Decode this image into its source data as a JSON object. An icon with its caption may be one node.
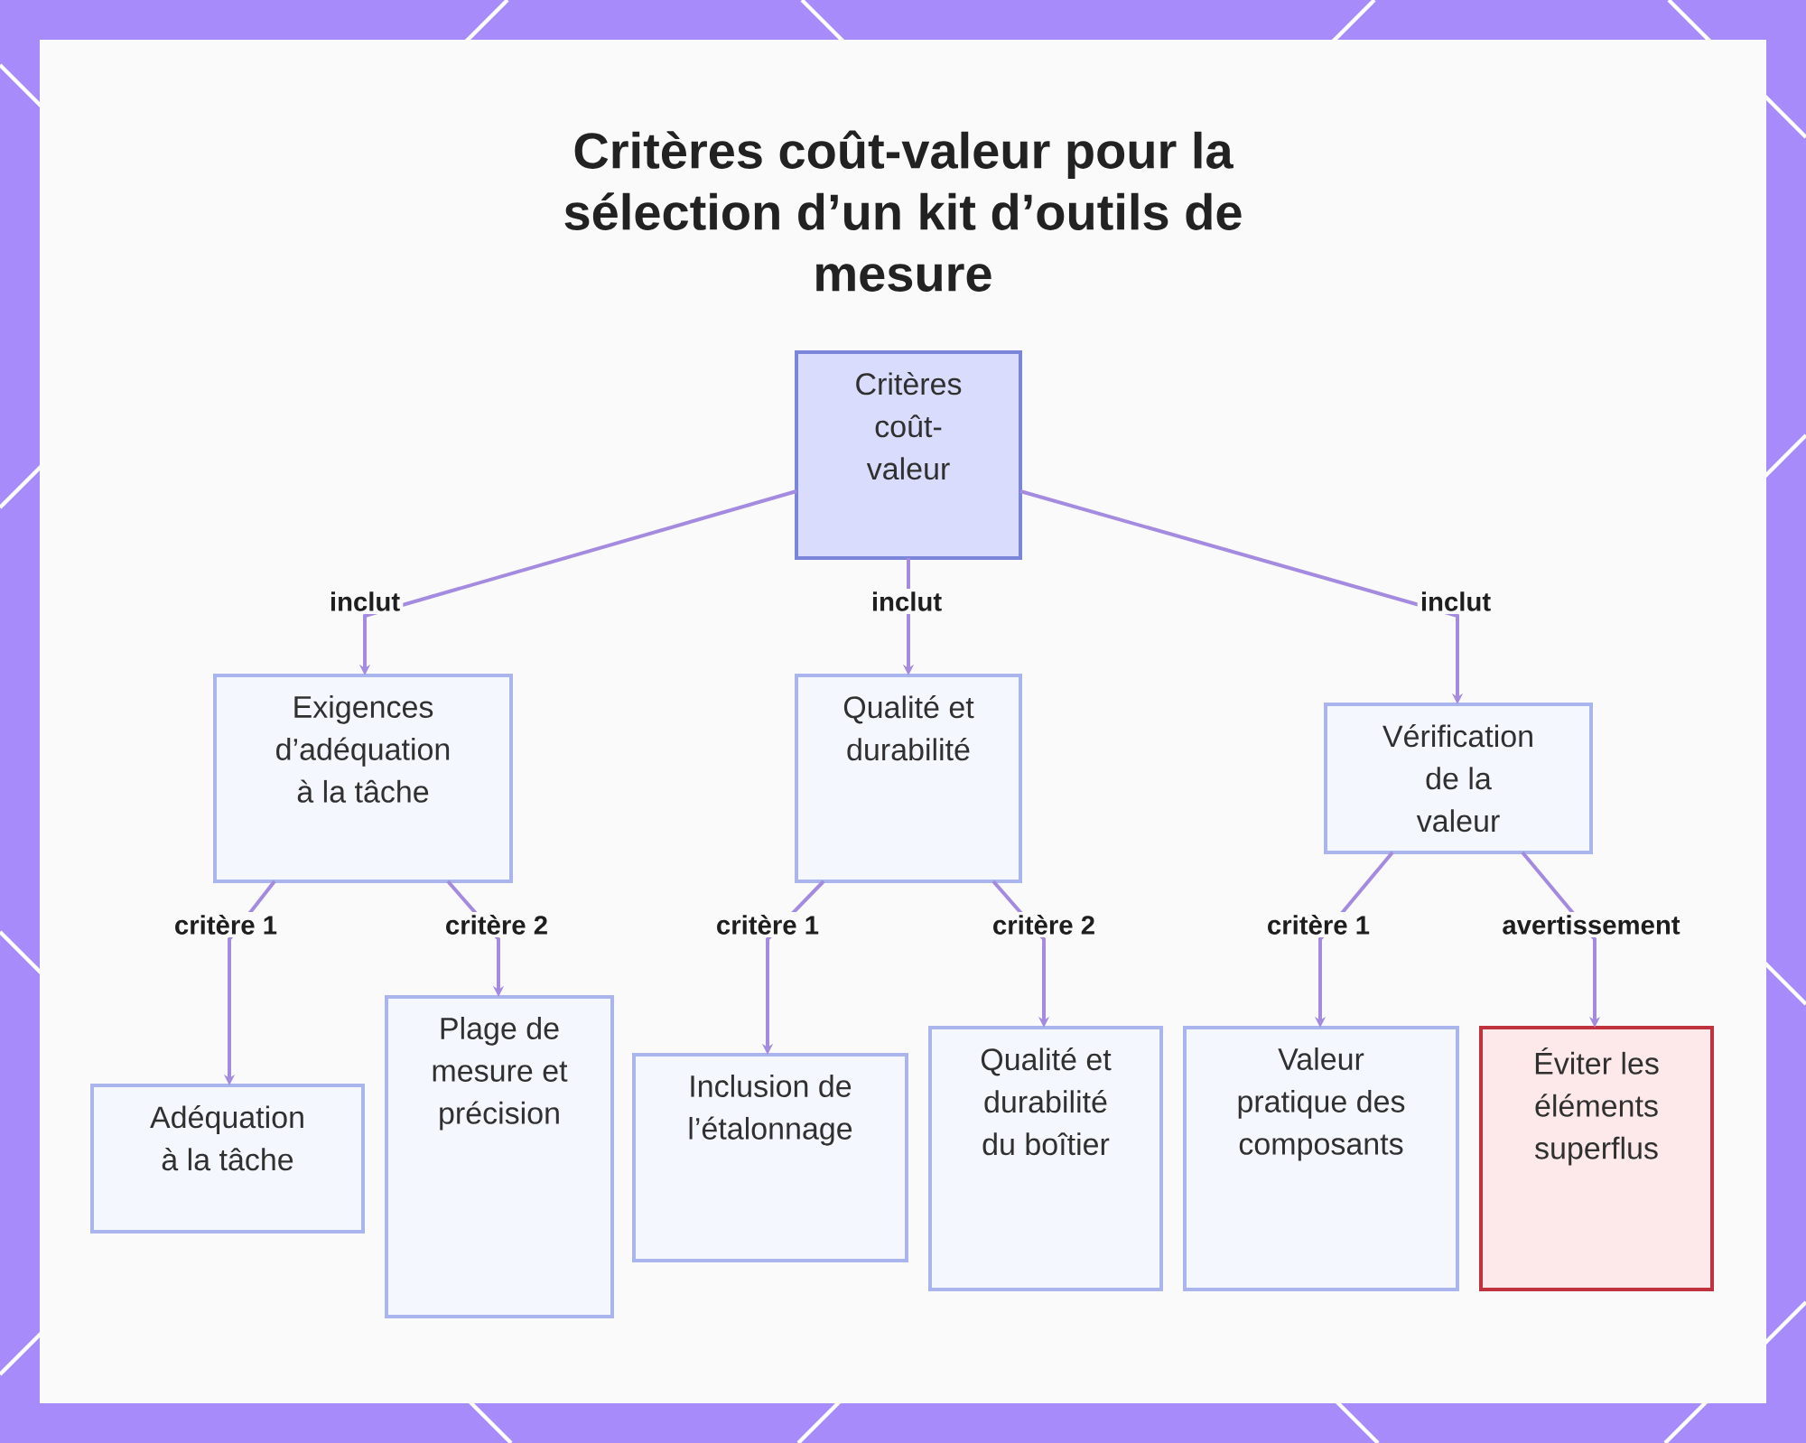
{
  "diagram": {
    "title": "Critères coût-valeur pour la sélection d’un kit d’outils de mesure",
    "nodes": [
      {
        "text": [
          "Critères coût-valeur"
        ]
      },
      {
        "text": [
          "Exigences d’adéquation à la tâche"
        ]
      },
      {
        "text": [
          "Qualité et durabilité"
        ]
      },
      {
        "text": [
          "Vérification de la valeur"
        ]
      },
      {
        "text": [
          "Adéquation à la tâche"
        ]
      },
      {
        "text": [
          "Plage de mesure et précision"
        ]
      },
      {
        "text": [
          "Inclusion de l’étalonnage"
        ]
      },
      {
        "text": [
          "Qualité et durabilité du boîtier"
        ]
      },
      {
        "text": [
          "Valeur pratique des composants"
        ]
      },
      {
        "text": [
          "Éviter les éléments superflus"
        ]
      }
    ],
    "edges": [
      {
        "from": 0,
        "to": 1,
        "arrow": "to",
        "label": "inclut"
      },
      {
        "from": 0,
        "to": 2,
        "arrow": "to",
        "label": "inclut"
      },
      {
        "from": 0,
        "to": 3,
        "arrow": "to",
        "label": "inclut"
      },
      {
        "from": 1,
        "to": 4,
        "arrow": "to",
        "label": "critère 1"
      },
      {
        "from": 1,
        "to": 5,
        "arrow": "to",
        "label": "critère 2"
      },
      {
        "from": 2,
        "to": 6,
        "arrow": "to",
        "label": "critère 1"
      },
      {
        "from": 2,
        "to": 7,
        "arrow": "to",
        "label": "critère 2"
      },
      {
        "from": 3,
        "to": 8,
        "arrow": "to",
        "label": "critère 1"
      },
      {
        "from": 3,
        "to": 9,
        "arrow": "to",
        "label": "avertissement"
      }
    ]
  }
}
